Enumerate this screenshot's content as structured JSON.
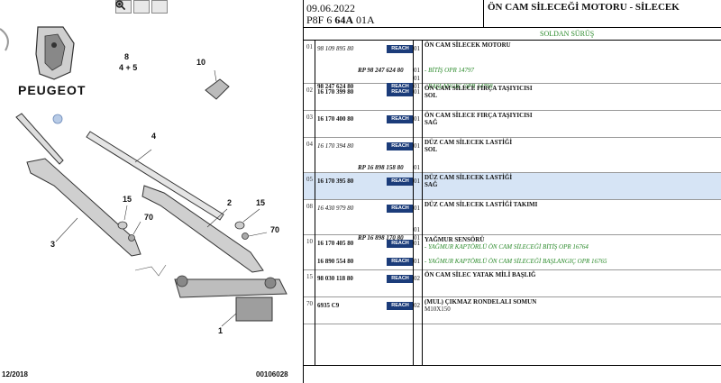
{
  "toolbar": {
    "icons": [
      "zoom-in-icon",
      "zoom-out-icon",
      "zoom-fit-icon"
    ]
  },
  "diagram": {
    "brand": "PEUGEOT",
    "footer_left": "12/2018",
    "footer_right": "00106028",
    "callouts": {
      "c8": "8",
      "c45": "4 + 5",
      "c10": "10",
      "c4": "4",
      "c15a": "15",
      "c2": "2",
      "c15b": "15",
      "c70a": "70",
      "c70b": "70",
      "c3": "3",
      "c1": "1"
    }
  },
  "header": {
    "date": "09.06.2022",
    "ref_prefix": "P8F 6",
    "ref_bold": "64A",
    "ref_suffix": "01A",
    "title": "ÖN CAM SİLECEĞİ MOTORU - SİLECEK"
  },
  "subtitle": "SOLDAN SÜRÜŞ",
  "colors": {
    "badge": "#1b3c7a",
    "note": "#2a8a2a",
    "highlight": "#d6e4f5"
  },
  "rows": [
    {
      "num": "01",
      "lines": [
        {
          "ref": "98 109 895 80",
          "ref_italic": true,
          "badge": "REACH",
          "qty": "01",
          "desc": "ÖN CAM SİLECEK MOTORU"
        },
        {
          "rp": "RP 98 247 624 80",
          "qty": "01",
          "note": "- BİTİŞ OPR 14797"
        },
        {
          "qty": "01"
        },
        {
          "ref": "98 247 624 80",
          "badge": "REACH",
          "qty": "01",
          "note": "- BAŞLANGIÇ OPR 14798"
        }
      ]
    },
    {
      "num": "02",
      "lines": [
        {
          "ref": "16 170 399 80",
          "badge": "REACH",
          "qty": "01",
          "desc": "ÖN CAM SİLECE FIRÇA TAŞIYICISI",
          "desc2": "SOL"
        }
      ]
    },
    {
      "num": "03",
      "lines": [
        {
          "ref": "16 170 400 80",
          "badge": "REACH",
          "qty": "01",
          "desc": "ÖN CAM SİLECE FIRÇA TAŞIYICISI",
          "desc2": "SAĞ"
        }
      ]
    },
    {
      "num": "04",
      "lines": [
        {
          "ref": "16 170 394 80",
          "ref_italic": true,
          "badge": "REACH",
          "qty": "01",
          "desc": "DÜZ CAM SİLECEK LASTİĞİ",
          "desc2": "SOL"
        },
        {
          "rp": "RP 16 898 158 80",
          "qty": "01"
        }
      ]
    },
    {
      "num": "05",
      "highlight": true,
      "lines": [
        {
          "ref": "16 170 395 80",
          "badge": "REACH",
          "qty": "01",
          "desc": "DÜZ CAM SİLECEK LASTİĞİ",
          "desc2": "SAĞ"
        }
      ]
    },
    {
      "num": "08",
      "lines": [
        {
          "ref": "16 430 979 80",
          "ref_italic": true,
          "badge": "REACH",
          "qty": "01",
          "desc": "DÜZ CAM SİLECEK LASTİĞİ TAKIMI"
        },
        {
          "qty": "01"
        },
        {
          "rp": "RP 16 898 170 80",
          "qty": "01"
        }
      ]
    },
    {
      "num": "10",
      "lines": [
        {
          "ref": "16 170 405 80",
          "badge": "REACH",
          "qty": "01",
          "desc": "YAĞMUR SENSÖRÜ",
          "note": "- YAĞMUR KAPTÖRLÜ ÖN CAM SİLECEĞİ BİTİŞ OPR 16764"
        },
        {
          "ref": "16 890 554 80",
          "badge": "REACH",
          "qty": "01",
          "note": "- YAĞMUR KAPTÖRLÜ ÖN CAM SİLECEĞİ BAŞLANGIÇ OPR 16765"
        }
      ]
    },
    {
      "num": "15",
      "lines": [
        {
          "ref": "98 030 118 80",
          "badge": "REACH",
          "qty": "02",
          "desc": "ÖN CAM SİLEC YATAK MİLİ BAŞLIĞ"
        }
      ]
    },
    {
      "num": "70",
      "lines": [
        {
          "ref": "6935 C9",
          "badge": "REACH",
          "qty": "02",
          "desc": "(MUL) ÇIKMAZ RONDELALI SOMUN",
          "plain": "M10X150"
        }
      ]
    }
  ]
}
